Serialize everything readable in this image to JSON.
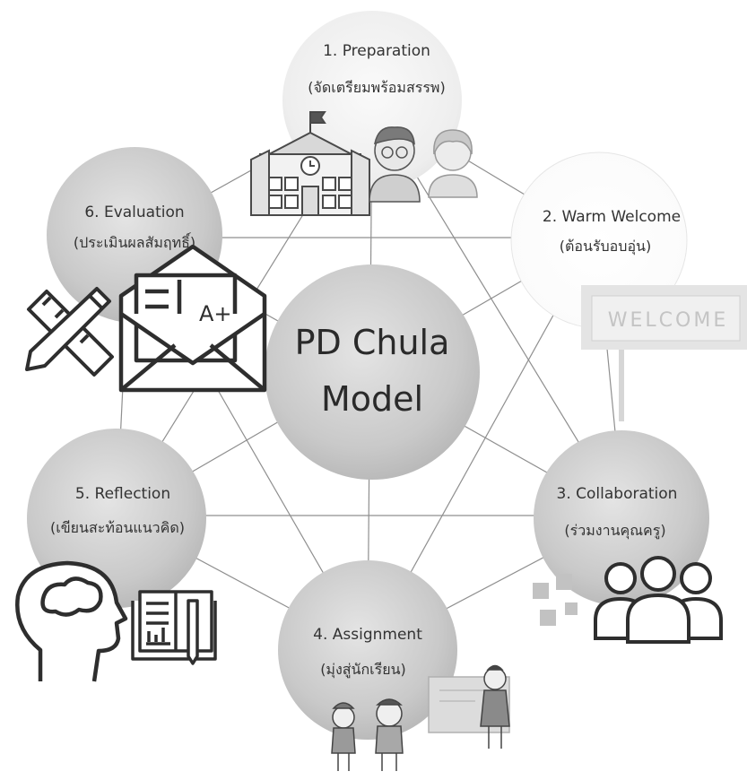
{
  "center": {
    "line1": "PD Chula",
    "line2": "Model"
  },
  "nodes": [
    {
      "id": "preparation",
      "title": "1. Preparation",
      "subtitle": "(จัดเตรียมพร้อมสรรพ)"
    },
    {
      "id": "warm-welcome",
      "title": "2. Warm Welcome",
      "subtitle": "(ต้อนรับอบอุ่น)"
    },
    {
      "id": "collaboration",
      "title": "3. Collaboration",
      "subtitle": "(ร่วมงานคุณครู)"
    },
    {
      "id": "assignment",
      "title": "4. Assignment",
      "subtitle": "(มุ่งสู่นักเรียน)"
    },
    {
      "id": "reflection",
      "title": "5. Reflection",
      "subtitle": "(เขียนสะท้อนแนวคิด)"
    },
    {
      "id": "evaluation",
      "title": "6. Evaluation",
      "subtitle": "(ประเมินผลสัมฤทธิ์)"
    }
  ],
  "icons": {
    "welcome_sign": "WELCOME",
    "grade": "A+"
  },
  "colors": {
    "circle_gray": "#c8c8c8",
    "circle_light": "#eeeeee",
    "line": "#8a8a8a",
    "icon_stroke": "#333333"
  }
}
